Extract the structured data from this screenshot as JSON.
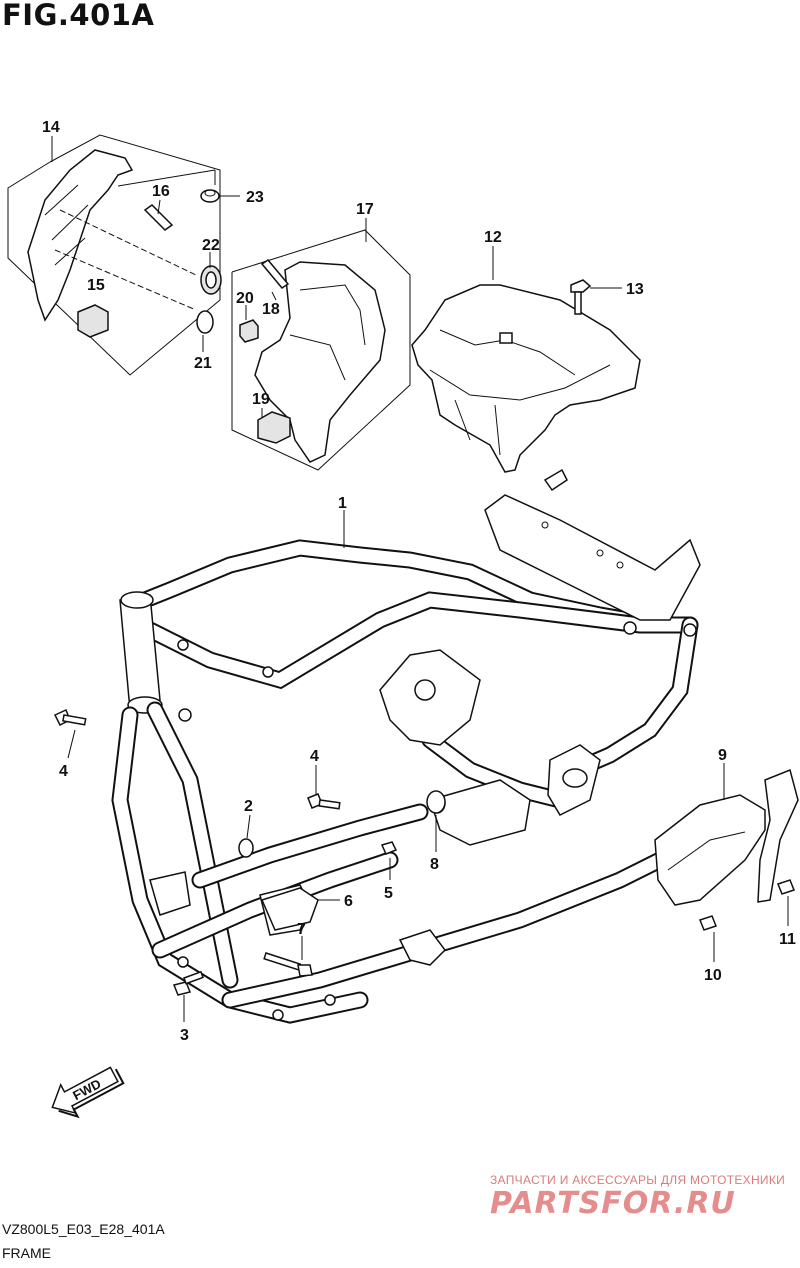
{
  "figure": {
    "title": "FIG.401A"
  },
  "callouts": [
    {
      "id": "c1",
      "label": "1"
    },
    {
      "id": "c2",
      "label": "2"
    },
    {
      "id": "c3",
      "label": "3"
    },
    {
      "id": "c4a",
      "label": "4"
    },
    {
      "id": "c4b",
      "label": "4"
    },
    {
      "id": "c5",
      "label": "5"
    },
    {
      "id": "c6",
      "label": "6"
    },
    {
      "id": "c7",
      "label": "7"
    },
    {
      "id": "c8",
      "label": "8"
    },
    {
      "id": "c9",
      "label": "9"
    },
    {
      "id": "c10",
      "label": "10"
    },
    {
      "id": "c11",
      "label": "11"
    },
    {
      "id": "c12",
      "label": "12"
    },
    {
      "id": "c13",
      "label": "13"
    },
    {
      "id": "c14",
      "label": "14"
    },
    {
      "id": "c15",
      "label": "15"
    },
    {
      "id": "c16",
      "label": "16"
    },
    {
      "id": "c17",
      "label": "17"
    },
    {
      "id": "c18",
      "label": "18"
    },
    {
      "id": "c19",
      "label": "19"
    },
    {
      "id": "c20",
      "label": "20"
    },
    {
      "id": "c21",
      "label": "21"
    },
    {
      "id": "c22",
      "label": "22"
    },
    {
      "id": "c23",
      "label": "23"
    }
  ],
  "direction_arrow": {
    "label": "FWD"
  },
  "footer": {
    "code": "VZ800L5_E03_E28_401A",
    "name": "FRAME"
  },
  "watermark": {
    "tagline": "ЗАПЧАСТИ И АКСЕССУАРЫ ДЛЯ МОТОТЕХНИКИ",
    "logo": "PARTSFOR.RU",
    "color": "#e58c8c"
  }
}
